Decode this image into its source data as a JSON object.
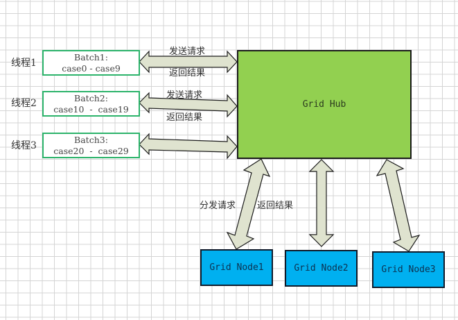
{
  "threads": [
    {
      "label": "线程1",
      "batch_title": "Batch1:",
      "batch_range": "case0 - case9"
    },
    {
      "label": "线程2",
      "batch_title": "Batch2:",
      "batch_range": "case10  -  case19"
    },
    {
      "label": "线程3",
      "batch_title": "Batch3:",
      "batch_range": "case20  -  case29"
    }
  ],
  "hub": {
    "label": "Grid Hub"
  },
  "nodes": [
    {
      "label": "Grid Node1"
    },
    {
      "label": "Grid Node2"
    },
    {
      "label": "Grid Node3"
    }
  ],
  "arrow_labels": {
    "send_request": "发送请求",
    "return_result": "返回结果",
    "dispatch_request": "分发请求"
  },
  "colors": {
    "hub": "#92d050",
    "node": "#00b0f0",
    "batch_border": "#2bb36a",
    "arrow_fill": "#dfe3cf"
  }
}
